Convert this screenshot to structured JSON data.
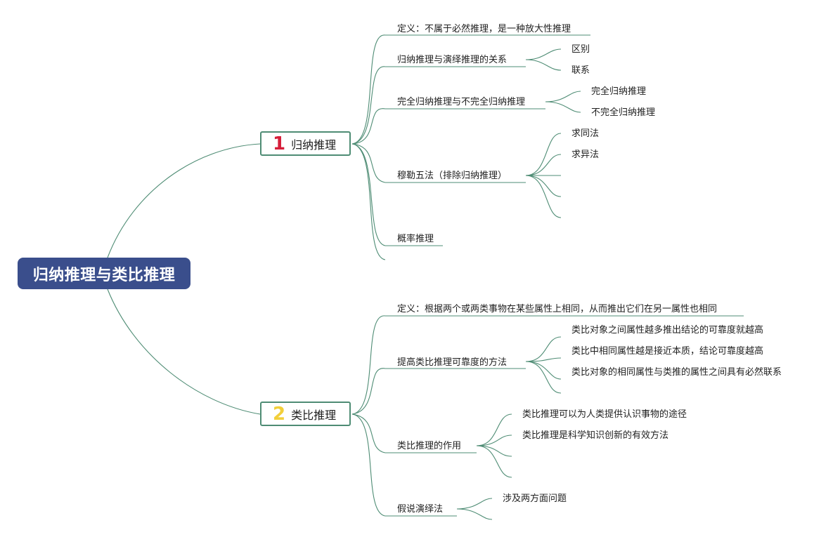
{
  "root": {
    "title": "归纳推理与类比推理"
  },
  "topics": [
    {
      "number": "1",
      "title": "归纳推理",
      "subtopics": [
        {
          "label": "定义：不属于必然推理，是一种放大性推理",
          "children": []
        },
        {
          "label": "归纳推理与演绎推理的关系",
          "children": [
            "区别",
            "联系"
          ]
        },
        {
          "label": "完全归纳推理与不完全归纳推理",
          "children": [
            "完全归纳推理",
            "不完全归纳推理"
          ]
        },
        {
          "label": "穆勒五法（排除归纳推理）",
          "children": [
            "求同法",
            "求异法",
            "",
            "",
            ""
          ]
        },
        {
          "label": "概率推理",
          "children": []
        },
        {
          "label": "",
          "children": []
        }
      ]
    },
    {
      "number": "2",
      "title": "类比推理",
      "subtopics": [
        {
          "label": "定义：根据两个或两类事物在某些属性上相同，从而推出它们在另一属性也相同",
          "children": []
        },
        {
          "label": "提高类比推理可靠度的方法",
          "children": [
            "类比对象之间属性越多推出结论的可靠度就越高",
            "类比中相同属性越是接近本质，结论可靠度越高",
            "类比对象的相同属性与类推的属性之间具有必然联系",
            ""
          ]
        },
        {
          "label": "类比推理的作用",
          "children": [
            "类比推理可以为人类提供认识事物的途径",
            "类比推理是科学知识创新的有效方法",
            "",
            ""
          ]
        },
        {
          "label": "假说演绎法",
          "children": [
            "涉及两方面问题",
            ""
          ]
        }
      ]
    }
  ],
  "colors": {
    "line": "#4e8c74",
    "root_bg": "#3a4e8c",
    "num1": "#d61f3a",
    "num2": "#f2cf3a"
  }
}
